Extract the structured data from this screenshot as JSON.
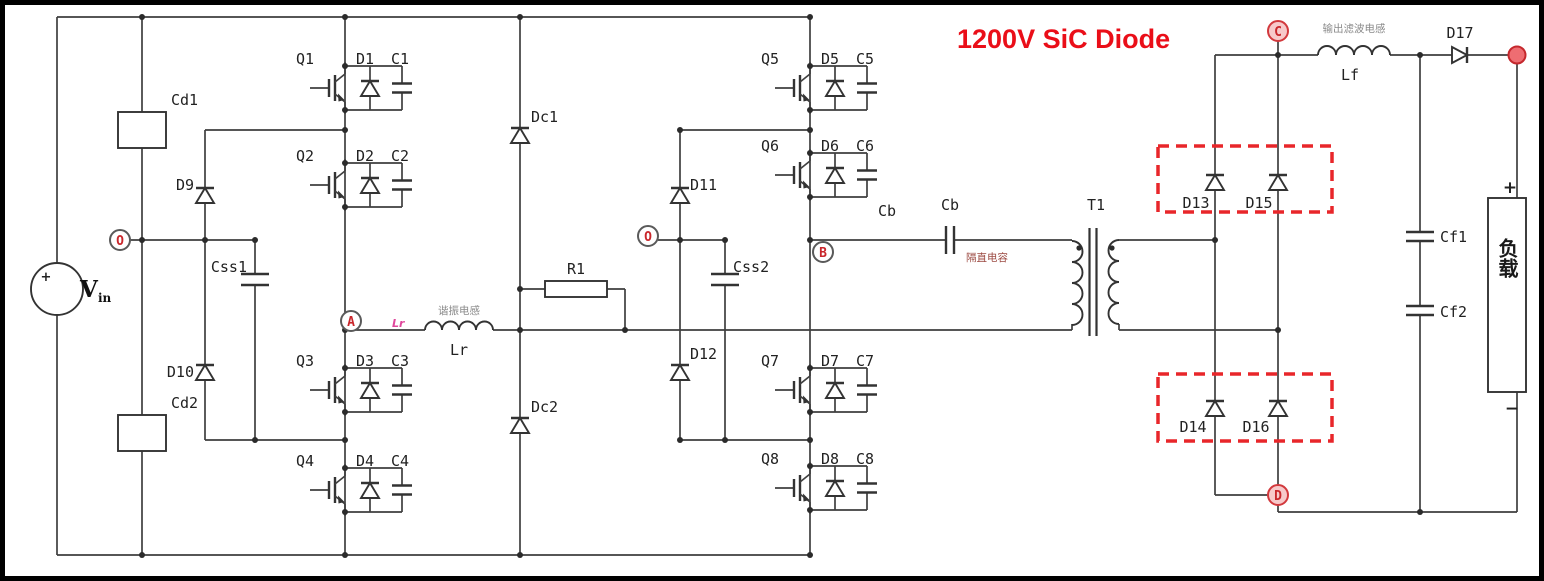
{
  "colors": {
    "accent_red": "#e8262a",
    "wire": "#3f3f3f",
    "node_letter_red": "#c9262b"
  },
  "note": {
    "sic": "1200V SiC Diode"
  },
  "source": {
    "v": "V",
    "sub": "in",
    "plus": "+"
  },
  "switches": {
    "q1": "Q1",
    "q2": "Q2",
    "q3": "Q3",
    "q4": "Q4",
    "q5": "Q5",
    "q6": "Q6",
    "q7": "Q7",
    "q8": "Q8"
  },
  "diodes": {
    "d1": "D1",
    "d2": "D2",
    "d3": "D3",
    "d4": "D4",
    "d5": "D5",
    "d6": "D6",
    "d7": "D7",
    "d8": "D8",
    "d9": "D9",
    "d10": "D10",
    "d11": "D11",
    "d12": "D12",
    "d13": "D13",
    "d14": "D14",
    "d15": "D15",
    "d16": "D16",
    "d17": "D17",
    "dc1": "Dc1",
    "dc2": "Dc2"
  },
  "capacitors": {
    "c1": "C1",
    "c2": "C2",
    "c3": "C3",
    "c4": "C4",
    "c5": "C5",
    "c6": "C6",
    "c7": "C7",
    "c8": "C8",
    "cd1": "Cd1",
    "cd2": "Cd2",
    "css1": "Css1",
    "css2": "Css2",
    "cb_wire": "Cb",
    "cb_cap": "Cb",
    "cf1": "Cf1",
    "cf2": "Cf2"
  },
  "inductors": {
    "lr": "Lr",
    "lr_inline": "Lr",
    "lf": "Lf"
  },
  "resistor": {
    "r1": "R1"
  },
  "transformer": {
    "t1": "T1"
  },
  "nodes": {
    "o_left": "O",
    "a": "A",
    "o_mid": "O",
    "b": "B",
    "c": "C",
    "d": "D"
  },
  "cn": {
    "resonant_inductor": "谐振电感",
    "dc_blocking_cap": "隔直电容",
    "output_filter_inductor": "输出滤波电感",
    "load": "负载"
  },
  "terminals": {
    "plus": "+",
    "minus": "−"
  }
}
